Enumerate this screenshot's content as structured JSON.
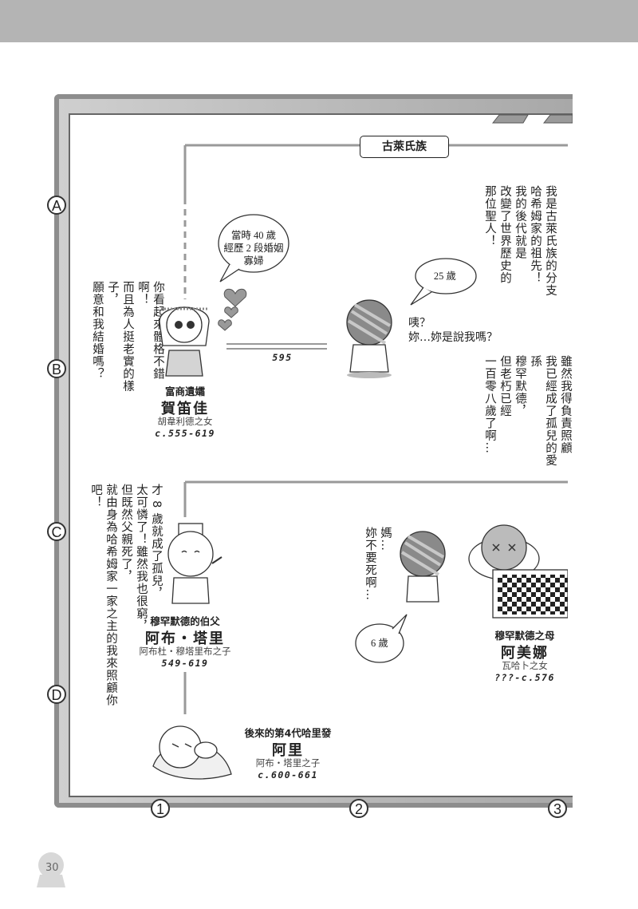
{
  "header": {
    "clan_title": "古萊氏族"
  },
  "grid": {
    "rows": [
      "A",
      "B",
      "C",
      "D"
    ],
    "cols": [
      "1",
      "2",
      "3"
    ]
  },
  "marriage_year": "595",
  "characters": {
    "hedijia": {
      "role": "富商遺孀",
      "name": "賀笛佳",
      "parent": "胡韋利德之女",
      "dates": "c.555-619",
      "bubble": [
        "當時 40 歲",
        "經歷 2 段婚姻",
        "寡婦"
      ],
      "speech": [
        "你看起來體格不錯啊！",
        "而且為人挺老實的樣子，",
        "願意和我結婚嗎？"
      ]
    },
    "muhammad": {
      "bubble": "25 歲",
      "speech": [
        "咦？",
        "妳…妳是說我嗎？"
      ]
    },
    "abutali": {
      "role": "穆罕默德的伯父",
      "name": "阿布・塔里",
      "parent": "阿布杜・穆塔里布之子",
      "dates": "549-619",
      "speech": [
        "才 8 歲就成了孤兒，",
        "太可憐了！雖然我也很窮，",
        "但既然父親死了，",
        "就由身為哈希姆家一家之主的我來照顧你吧！"
      ]
    },
    "amina": {
      "role": "穆罕默德之母",
      "name": "阿美娜",
      "parent": "瓦哈卜之女",
      "dates": "???-c.576"
    },
    "ali": {
      "role": "後來的第4代哈里發",
      "name": "阿里",
      "parent": "阿布・塔里之子",
      "dates": "c.600-661"
    },
    "child": {
      "bubble": "6 歲",
      "speech": [
        "媽…",
        "妳不要死啊…"
      ]
    }
  },
  "narration": {
    "ancestor": [
      "我是古萊氏族的分支",
      "哈希姆家的祖先！",
      "我的後代就是",
      "改變了世界歷史的",
      "那位聖人！"
    ],
    "grandfather": [
      "雖然我得負責照顧",
      "我已經成了孤兒的愛孫",
      "穆罕默德，",
      "但老朽已經",
      "一百零八歲了啊…"
    ]
  },
  "page_number": "30"
}
